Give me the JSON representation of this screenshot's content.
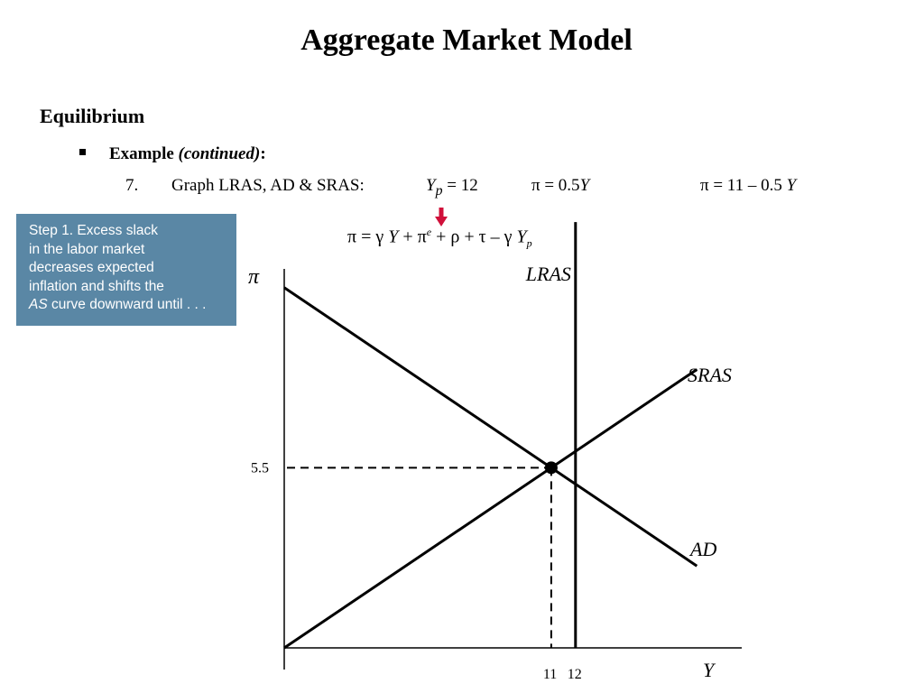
{
  "slide": {
    "title": "Aggregate Market Model",
    "heading": "Equilibrium",
    "bullet": {
      "label": "Example",
      "italic": "(continued)",
      "suffix": ":"
    },
    "step": {
      "number": "7.",
      "text": "Graph LRAS, AD & SRAS:",
      "yp_label": "Y",
      "yp_sub": "p",
      "yp_value": "= 12",
      "sras_eq": "π = 0.5",
      "sras_var": "Y",
      "ad_eq": "π = 11 – 0.5",
      "ad_var": "Y"
    }
  },
  "callout": {
    "lines": [
      "Step 1. Excess slack",
      "in the labor market",
      "decreases expected",
      "inflation and shifts the"
    ],
    "last_line_italic": "AS",
    "last_line_rest": " curve downward until . . ."
  },
  "formula": {
    "pi": "π",
    "eq": " = ",
    "gamma1": "γ",
    "y1": " Y",
    "plus1": " + ",
    "pi_e": "π",
    "sup_e": "e",
    "plus2": " + ",
    "rho": "ρ",
    "plus3": " + ",
    "tau": "τ",
    "minus": " – ",
    "gamma2": "γ",
    "y2": " Y",
    "sub_p": "p"
  },
  "colors": {
    "callout_bg": "#5a87a5",
    "arrow": "#d0103a"
  },
  "chart_data": {
    "type": "line",
    "x_axis_label": "Y",
    "y_axis_label": "π",
    "x_ticks": [
      "11",
      "12"
    ],
    "y_ticks": [
      "5.5"
    ],
    "xlim": [
      0,
      17
    ],
    "ylim": [
      0,
      14
    ],
    "series": [
      {
        "name": "AD",
        "x": [
          0,
          17
        ],
        "y": [
          11,
          2.5
        ]
      },
      {
        "name": "SRAS",
        "x": [
          0,
          17
        ],
        "y": [
          0,
          8.5
        ]
      },
      {
        "name": "LRAS",
        "x": [
          12,
          12
        ],
        "y": [
          0,
          13
        ]
      }
    ],
    "equilibrium": {
      "x": 11,
      "y": 5.5
    }
  }
}
